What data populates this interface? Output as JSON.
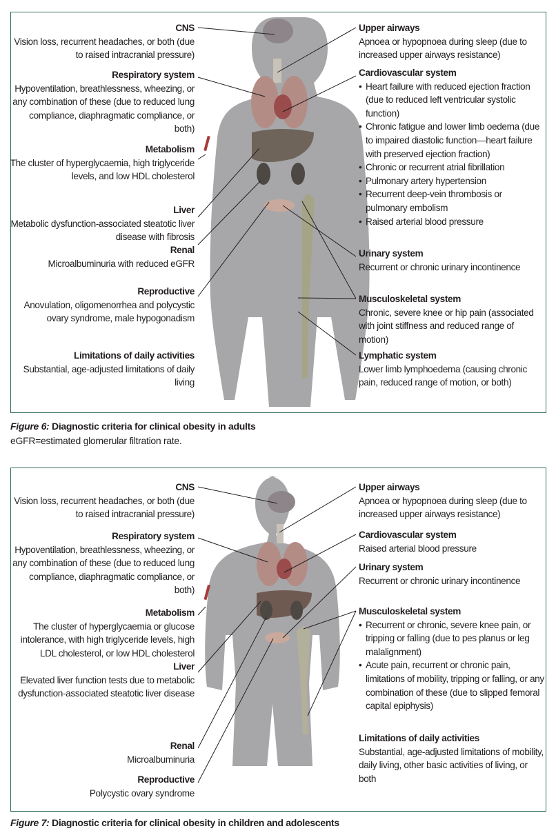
{
  "figure6": {
    "left": [
      {
        "heading": "CNS",
        "text": "Vision loss, recurrent headaches, or both (due to raised intracranial pressure)"
      },
      {
        "heading": "Respiratory system",
        "text": "Hypoventilation, breathlessness, wheezing, or any combination of these (due to reduced lung compliance, diaphragmatic compliance, or both)"
      },
      {
        "heading": "Metabolism",
        "text": "The cluster of hyperglycaemia, high triglyceride levels, and low HDL cholesterol"
      },
      {
        "heading": "Liver",
        "text": "Metabolic dysfunction-associated steatotic liver disease with fibrosis"
      },
      {
        "heading": "Renal",
        "text": "Microalbuminuria with reduced eGFR"
      },
      {
        "heading": "Reproductive",
        "text": "Anovulation, oligomenorrhea and polycystic ovary syndrome, male hypogonadism"
      },
      {
        "heading": "Limitations of daily activities",
        "text": "Substantial, age-adjusted limitations of daily living"
      }
    ],
    "right": [
      {
        "heading": "Upper airways",
        "text": "Apnoea or hypopnoea during sleep (due to increased upper airways resistance)"
      },
      {
        "heading": "Cardiovascular system",
        "bullets": [
          "Heart failure with reduced ejection fraction (due to reduced left ventricular systolic function)",
          "Chronic fatigue and lower limb oedema (due to impaired diastolic function—heart failure with preserved ejection fraction)",
          "Chronic or recurrent atrial fibrillation",
          "Pulmonary artery hypertension",
          "Recurrent deep-vein thrombosis or pulmonary embolism",
          "Raised arterial blood pressure"
        ]
      },
      {
        "heading": "Urinary system",
        "text": "Recurrent or chronic urinary incontinence"
      },
      {
        "heading": "Musculoskeletal system",
        "text": "Chronic, severe knee or hip pain (associated with joint stiffness and reduced range of motion)"
      },
      {
        "heading": "Lymphatic system",
        "text": "Lower limb lymphoedema (causing chronic pain, reduced range of motion, or both)"
      }
    ],
    "caption_label": "Figure 6:",
    "caption": "Diagnostic criteria for clinical obesity in adults",
    "footnote": "eGFR=estimated glomerular filtration rate."
  },
  "figure7": {
    "left": [
      {
        "heading": "CNS",
        "text": "Vision loss, recurrent headaches, or both (due to raised intracranial pressure)"
      },
      {
        "heading": "Respiratory system",
        "text": "Hypoventilation, breathlessness, wheezing, or any combination of these (due to reduced lung compliance, diaphragmatic compliance, or both)"
      },
      {
        "heading": "Metabolism",
        "text": "The cluster of hyperglycaemia or glucose intolerance, with high triglyceride levels, high LDL cholesterol, or low HDL cholesterol"
      },
      {
        "heading": "Liver",
        "text": "Elevated liver function tests due to metabolic dysfunction-associated steatotic liver disease"
      },
      {
        "heading": "Renal",
        "text": "Microalbuminuria"
      },
      {
        "heading": "Reproductive",
        "text": "Polycystic ovary syndrome"
      }
    ],
    "right": [
      {
        "heading": "Upper airways",
        "text": "Apnoea or hypopnoea during sleep (due to increased upper airways resistance)"
      },
      {
        "heading": "Cardiovascular system",
        "text": "Raised arterial blood pressure"
      },
      {
        "heading": "Urinary system",
        "text": "Recurrent or chronic urinary incontinence"
      },
      {
        "heading": "Musculoskeletal system",
        "bullets": [
          "Recurrent or chronic, severe knee pain, or tripping or falling (due to pes planus or leg malalignment)",
          "Acute pain, recurrent or chronic pain, limitations of mobility, tripping or falling, or any combination of these (due to slipped femoral capital epiphysis)"
        ]
      },
      {
        "heading": "Limitations of daily activities",
        "text": "Substantial, age-adjusted limitations of mobility, daily living, other basic activities of living, or both"
      }
    ],
    "caption_label": "Figure 7:",
    "caption": "Diagnostic criteria for clinical obesity in children and adolescents"
  }
}
